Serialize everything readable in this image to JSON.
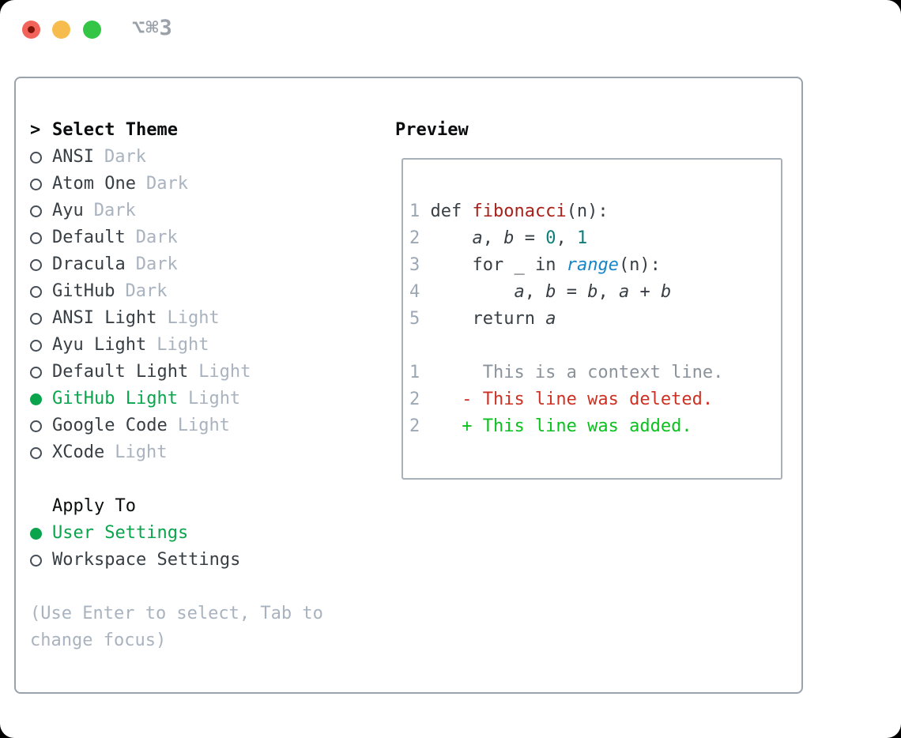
{
  "window": {
    "title": "⌥⌘3"
  },
  "colors": {
    "selection_green": "#0aa44c",
    "added_green": "#0cc01f",
    "deleted_red": "#cd3124",
    "function_red": "#a92019",
    "number_teal": "#0d7e7a",
    "builtin_blue": "#1486c9",
    "context_gray": "#8a939b",
    "ink": "#373e44",
    "header_black": "#0a0c0d",
    "muted_gray": "#a9b3bf",
    "line_number_gray": "#9ca7b4",
    "circle_outline": "#474e57",
    "panel_border": "#99a3ae",
    "box_border": "#a8b0ba",
    "title_gray": "#9aa1a9",
    "traffic_red": "#f2645a",
    "traffic_red_dot": "#7d1407",
    "traffic_yellow": "#f6bd4e",
    "traffic_green": "#32c546"
  },
  "theme_list": {
    "cursor": ">",
    "header": "Select Theme",
    "items": [
      {
        "label": "ANSI",
        "badge": "Dark",
        "selected": false
      },
      {
        "label": "Atom One",
        "badge": "Dark",
        "selected": false
      },
      {
        "label": "Ayu",
        "badge": "Dark",
        "selected": false
      },
      {
        "label": "Default",
        "badge": "Dark",
        "selected": false
      },
      {
        "label": "Dracula",
        "badge": "Dark",
        "selected": false
      },
      {
        "label": "GitHub",
        "badge": "Dark",
        "selected": false
      },
      {
        "label": "ANSI Light",
        "badge": "Light",
        "selected": false
      },
      {
        "label": "Ayu Light",
        "badge": "Light",
        "selected": false
      },
      {
        "label": "Default Light",
        "badge": "Light",
        "selected": false
      },
      {
        "label": "GitHub Light",
        "badge": "Light",
        "selected": true
      },
      {
        "label": "Google Code",
        "badge": "Light",
        "selected": false
      },
      {
        "label": "XCode",
        "badge": "Light",
        "selected": false
      }
    ]
  },
  "apply_to": {
    "header": "Apply To",
    "items": [
      {
        "label": "User Settings",
        "selected": true
      },
      {
        "label": "Workspace Settings",
        "selected": false
      }
    ]
  },
  "hint": "(Use Enter to select, Tab to change focus)",
  "preview": {
    "header": "Preview",
    "lines": [
      {
        "num": "",
        "tokens": []
      },
      {
        "num": "1",
        "tokens": [
          {
            "t": "def ",
            "c": "kw"
          },
          {
            "t": "fibonacci",
            "c": "func"
          },
          {
            "t": "(n):",
            "c": "plain"
          }
        ]
      },
      {
        "num": "2",
        "tokens": [
          {
            "t": "    ",
            "c": "plain"
          },
          {
            "t": "a",
            "c": "var"
          },
          {
            "t": ", ",
            "c": "plain"
          },
          {
            "t": "b",
            "c": "var"
          },
          {
            "t": " = ",
            "c": "plain"
          },
          {
            "t": "0",
            "c": "numlit"
          },
          {
            "t": ", ",
            "c": "plain"
          },
          {
            "t": "1",
            "c": "numlit"
          }
        ]
      },
      {
        "num": "3",
        "tokens": [
          {
            "t": "    ",
            "c": "plain"
          },
          {
            "t": "for ",
            "c": "kw"
          },
          {
            "t": "_ ",
            "c": "plain"
          },
          {
            "t": "in ",
            "c": "kw"
          },
          {
            "t": "range",
            "c": "builtin"
          },
          {
            "t": "(n):",
            "c": "plain"
          }
        ]
      },
      {
        "num": "4",
        "tokens": [
          {
            "t": "        ",
            "c": "plain"
          },
          {
            "t": "a",
            "c": "var"
          },
          {
            "t": ", ",
            "c": "plain"
          },
          {
            "t": "b",
            "c": "var"
          },
          {
            "t": " = ",
            "c": "plain"
          },
          {
            "t": "b",
            "c": "var"
          },
          {
            "t": ", ",
            "c": "plain"
          },
          {
            "t": "a",
            "c": "var"
          },
          {
            "t": " + ",
            "c": "plain"
          },
          {
            "t": "b",
            "c": "var"
          }
        ]
      },
      {
        "num": "5",
        "tokens": [
          {
            "t": "    ",
            "c": "plain"
          },
          {
            "t": "return ",
            "c": "kw"
          },
          {
            "t": "a",
            "c": "var"
          }
        ]
      },
      {
        "num": "",
        "tokens": []
      },
      {
        "num": "1",
        "tokens": [
          {
            "t": "     This is a context line.",
            "c": "ctx"
          }
        ]
      },
      {
        "num": "2",
        "tokens": [
          {
            "t": "   - This line was deleted.",
            "c": "del"
          }
        ]
      },
      {
        "num": "2",
        "tokens": [
          {
            "t": "   + This line was added.",
            "c": "add"
          }
        ]
      },
      {
        "num": "",
        "tokens": []
      }
    ]
  }
}
